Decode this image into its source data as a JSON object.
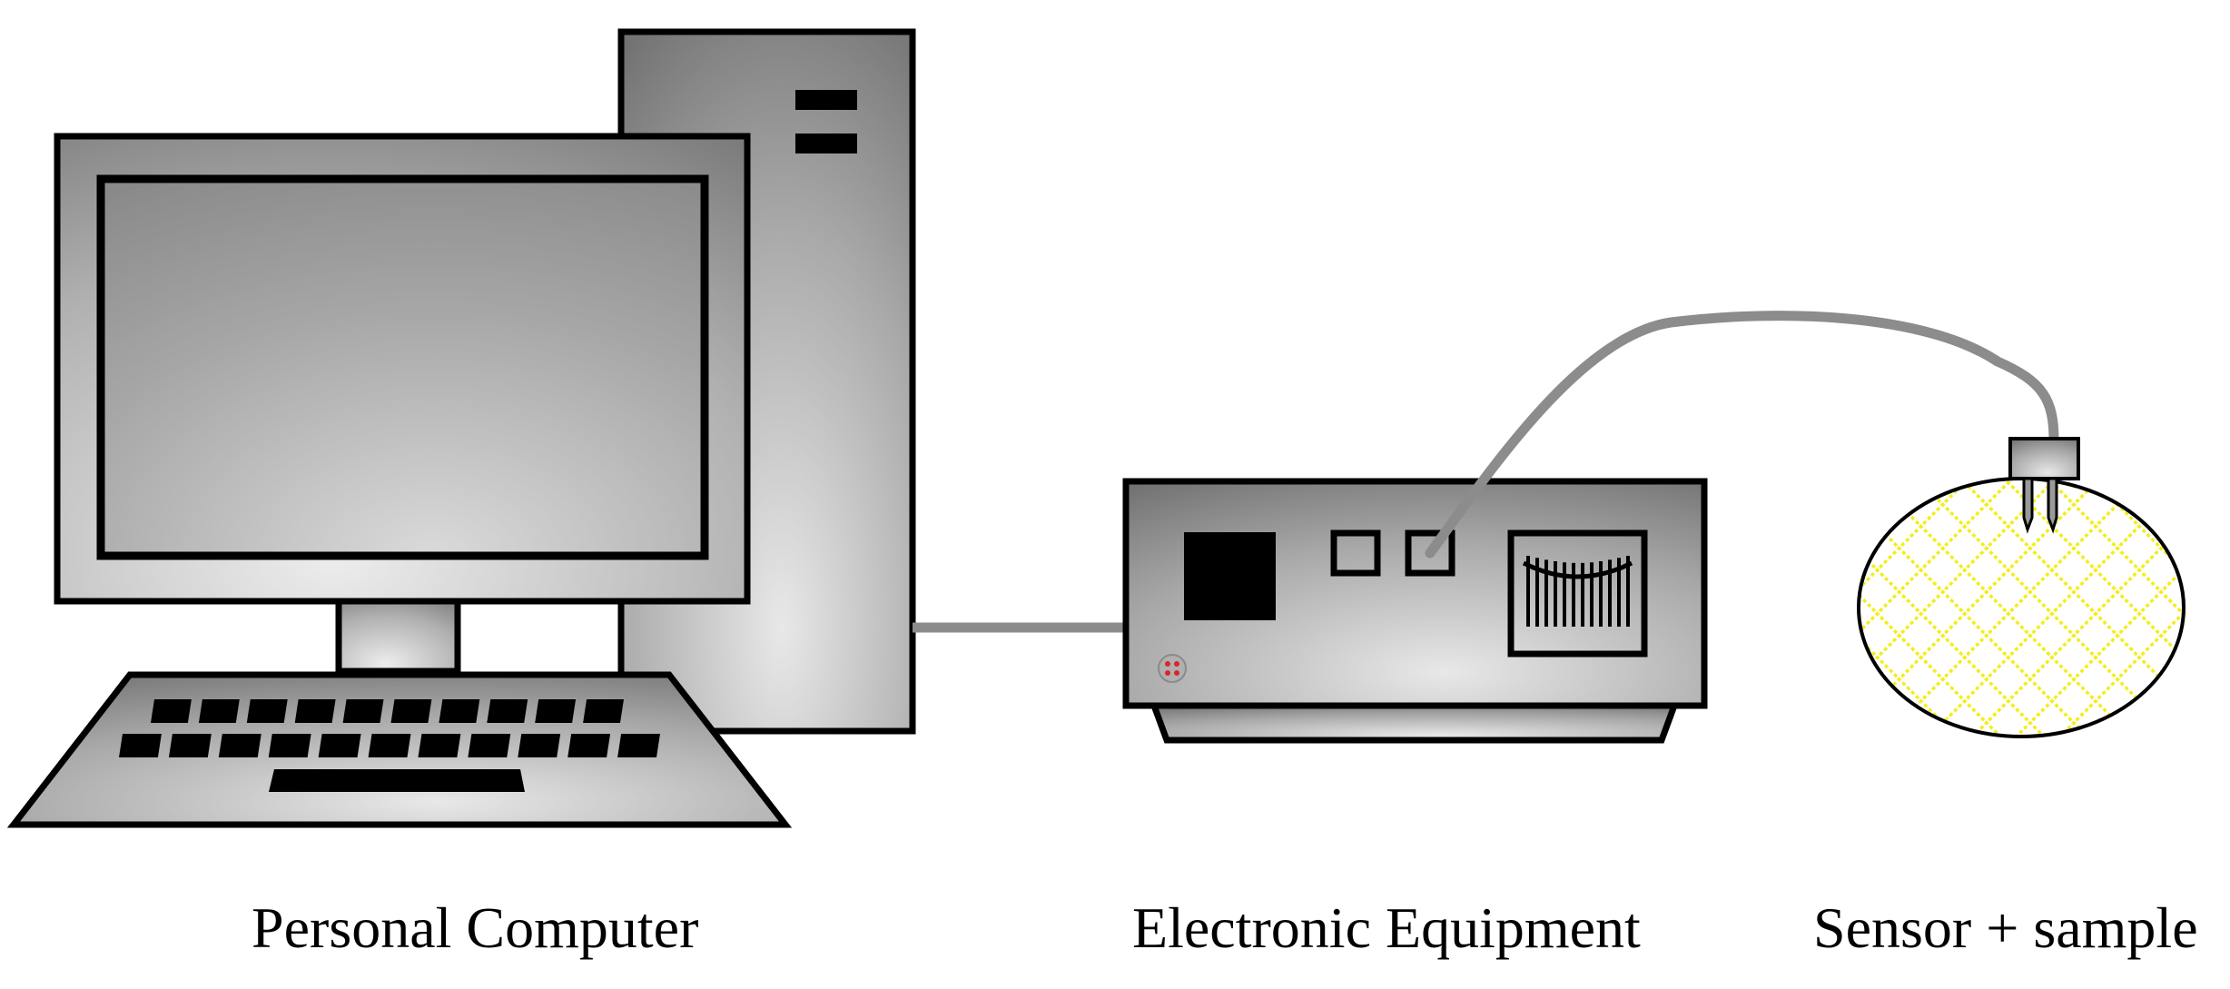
{
  "labels": {
    "personal_computer": "Personal Computer",
    "electronic_equipment": "Electronic Equipment",
    "sensor_sample": "Sensor + sample"
  },
  "colors": {
    "outline": "#000000",
    "metal_light": "#e6e6e6",
    "metal_dark": "#6f6f6f",
    "cable": "#8c8c8c",
    "sample_fill": "#ffffff",
    "sample_mesh": "#f2ee1e",
    "indicator": "#d9262c"
  },
  "components": [
    {
      "name": "personal-computer",
      "icon": "desktop-computer-icon"
    },
    {
      "name": "electronic-equipment",
      "icon": "instrument-box-icon"
    },
    {
      "name": "sensor-sample",
      "icon": "sensor-probe-icon"
    }
  ]
}
